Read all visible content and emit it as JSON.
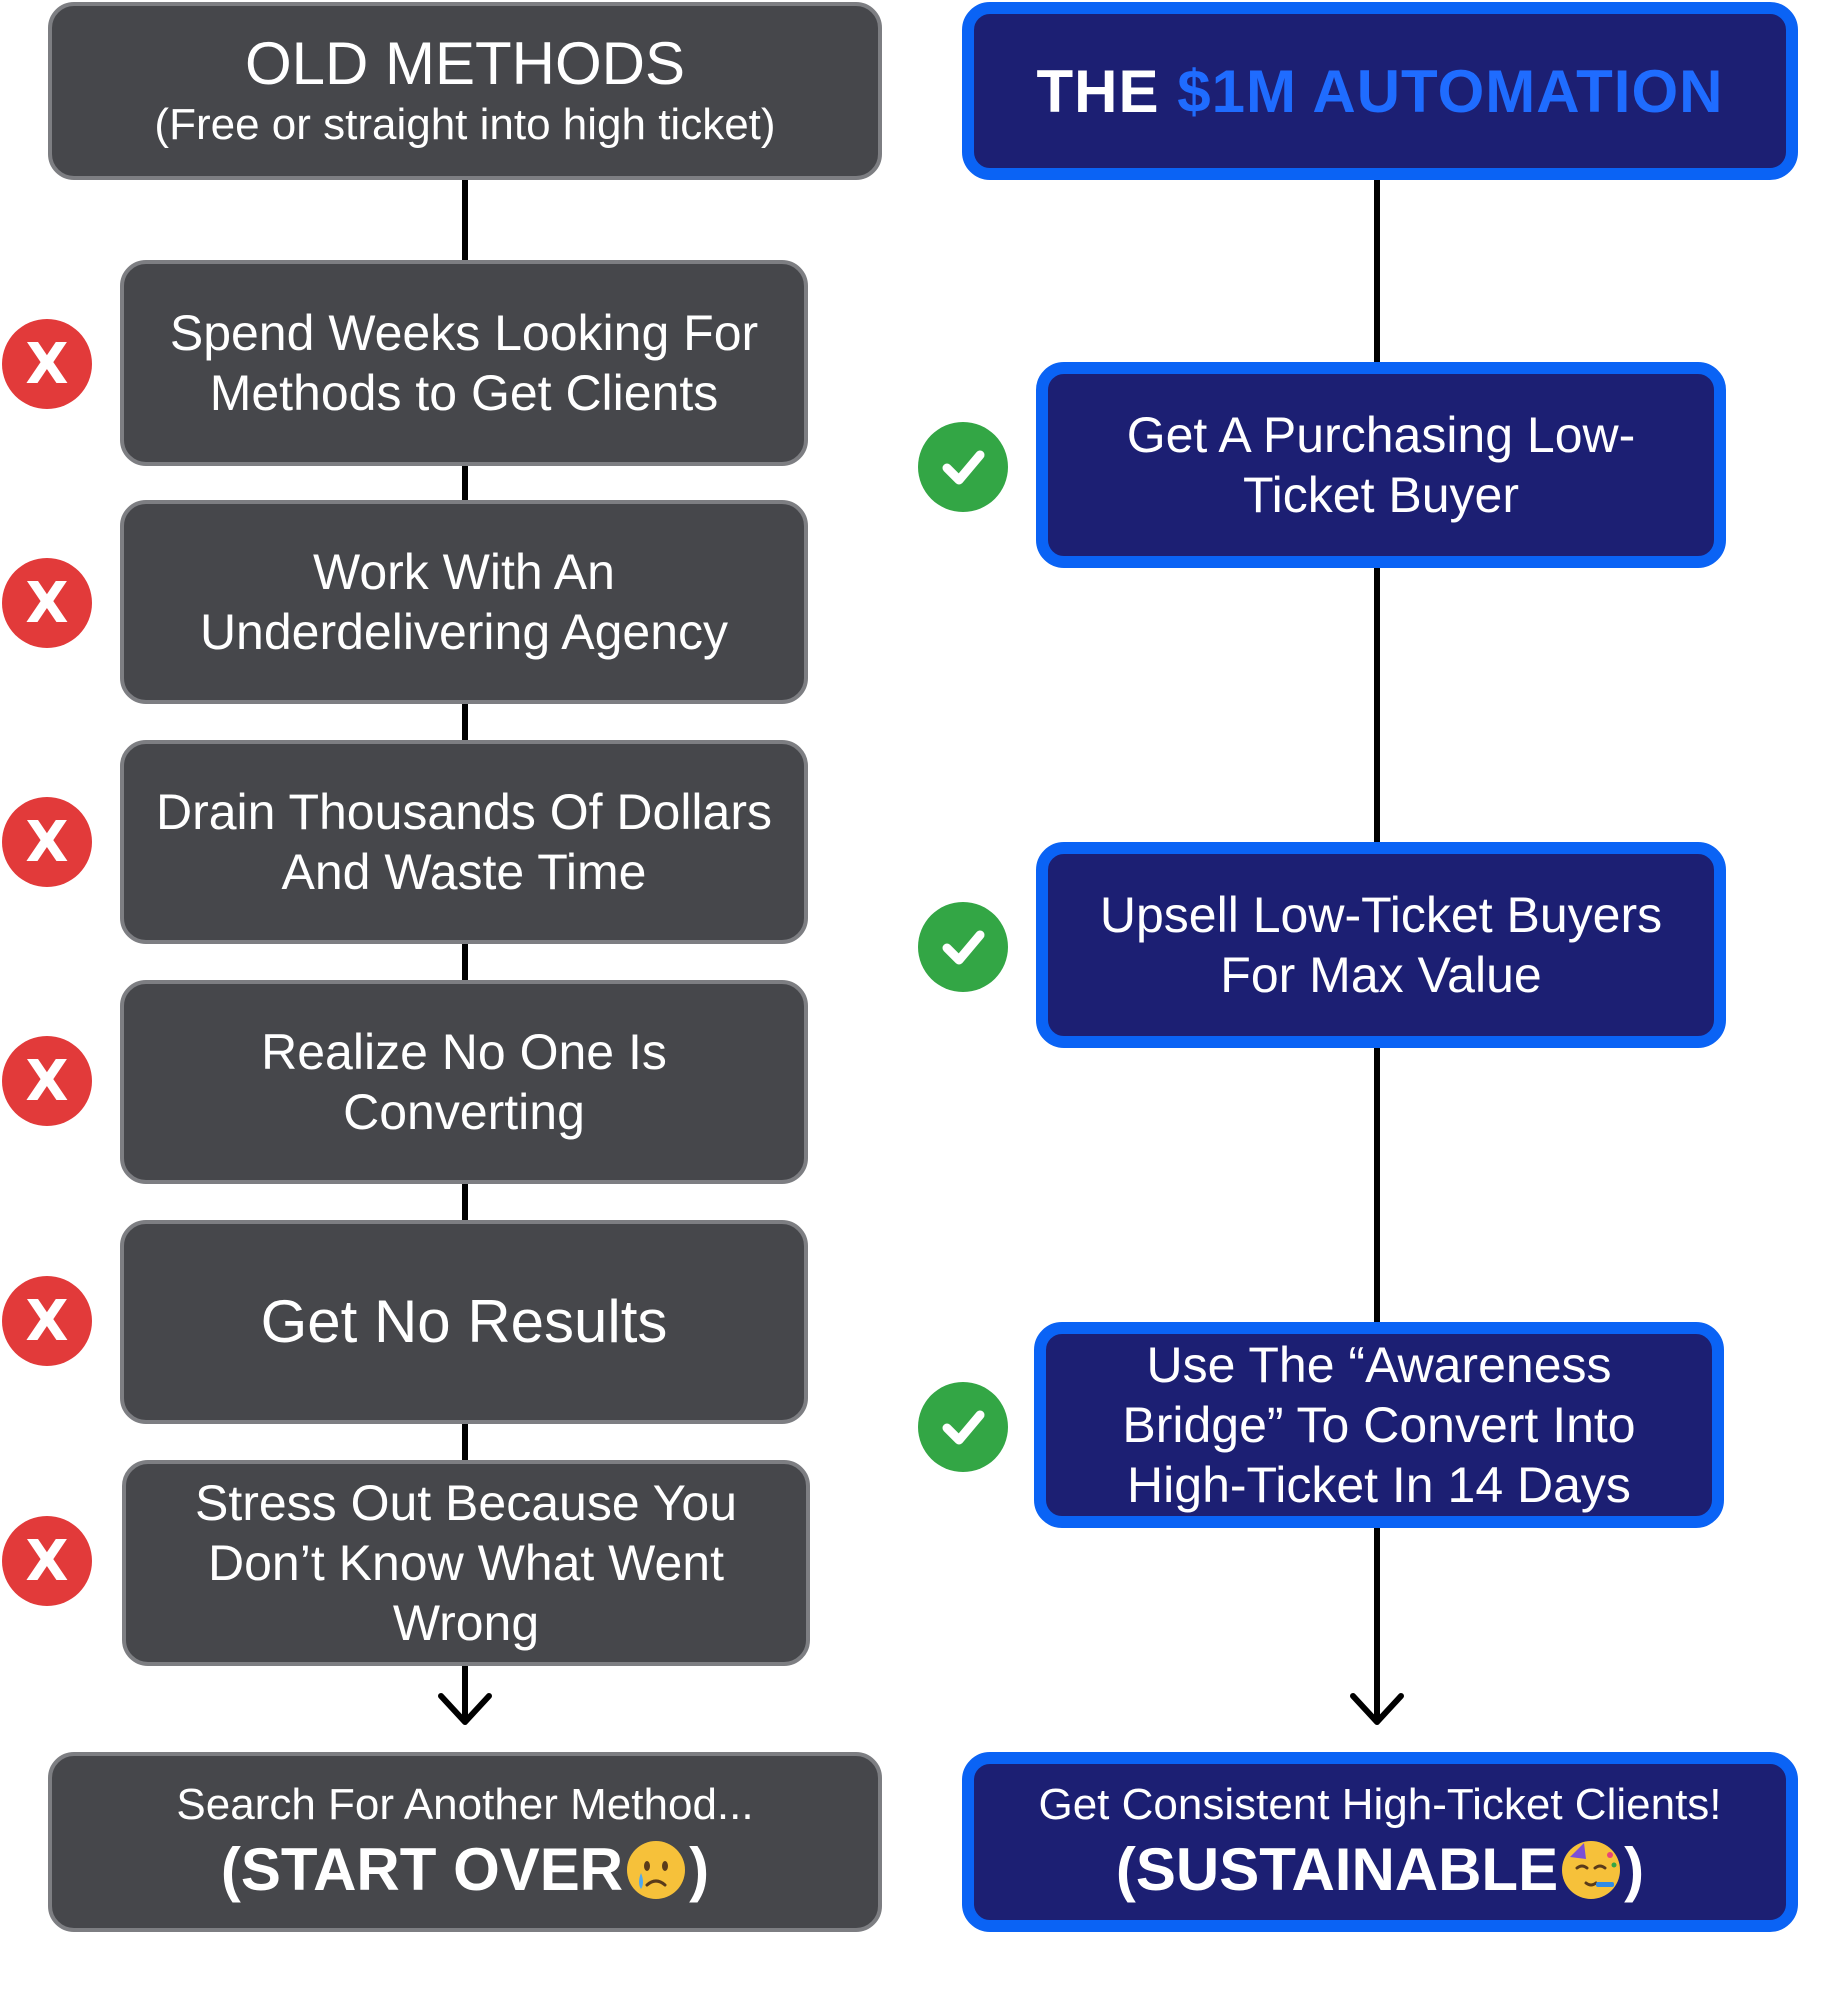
{
  "old": {
    "header_title": "OLD METHODS",
    "header_subtitle": "(Free or straight into high ticket)",
    "steps": [
      "Spend Weeks Looking For Methods to Get Clients",
      "Work With An Underdelivering Agency",
      "Drain Thousands Of Dollars And Waste Time",
      "Realize No One Is Converting",
      "Get No Results",
      "Stress Out Because You Don’t Know What Went Wrong"
    ],
    "marker": "X",
    "end_line1": "Search For Another Method...",
    "end_line2": "(START OVER",
    "end_close": ")",
    "end_emoji": "crying-face-emoji"
  },
  "new": {
    "header_prefix": "THE ",
    "header_accent": "$1M AUTOMATION",
    "steps": [
      "Get A Purchasing Low-Ticket Buyer",
      "Upsell Low-Ticket Buyers For Max Value",
      "Use The “Awareness Bridge” To Convert Into High-Ticket In 14 Days"
    ],
    "end_line1": "Get Consistent High-Ticket Clients!",
    "end_line2": "(SUSTAINABLE",
    "end_close": ")",
    "end_emoji": "party-face-emoji"
  },
  "colors": {
    "grey_box": "#46474b",
    "blue_box": "#1c1f73",
    "blue_border": "#0a63f5",
    "accent": "#1f6cff",
    "x_red": "#e23a3a",
    "check_green": "#33a645"
  },
  "icons": [
    "x-icon",
    "check-icon",
    "arrow-down-icon"
  ]
}
